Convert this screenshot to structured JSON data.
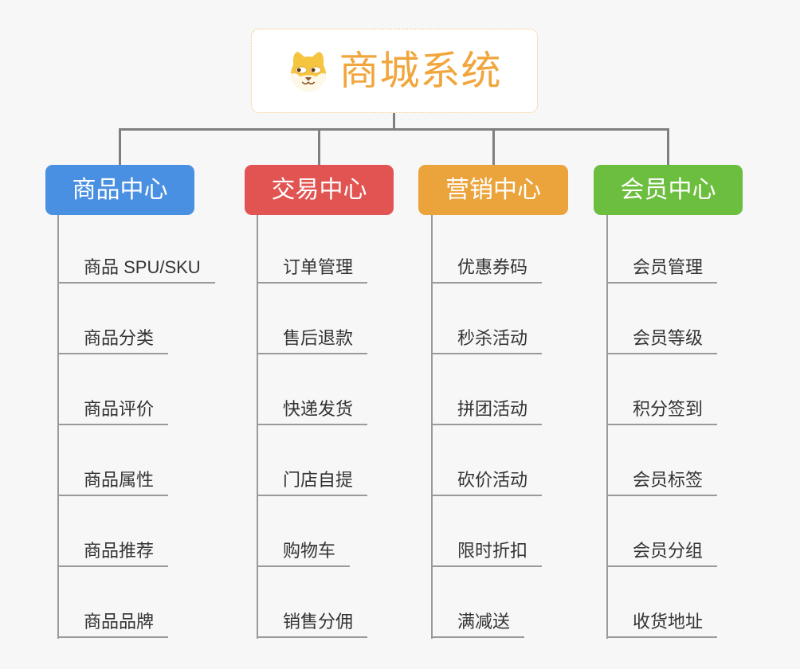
{
  "root": {
    "title": "商城系统",
    "icon": "dog-face-icon"
  },
  "colors": {
    "background": "#F7F7F7",
    "root_accent": "#F0A63C",
    "root_border": "#F2C170",
    "connector_main": "#7F7F7F",
    "connector_child": "#9A9A9A",
    "leaf_text": "#333333"
  },
  "branches": [
    {
      "label": "商品中心",
      "color": "#4A90E2",
      "children": [
        "商品 SPU/SKU",
        "商品分类",
        "商品评价",
        "商品属性",
        "商品推荐",
        "商品品牌"
      ]
    },
    {
      "label": "交易中心",
      "color": "#E15452",
      "children": [
        "订单管理",
        "售后退款",
        "快递发货",
        "门店自提",
        "购物车",
        "销售分佣"
      ]
    },
    {
      "label": "营销中心",
      "color": "#EBA33B",
      "children": [
        "优惠券码",
        "秒杀活动",
        "拼团活动",
        "砍价活动",
        "限时折扣",
        "满减送"
      ]
    },
    {
      "label": "会员中心",
      "color": "#6CBE3E",
      "children": [
        "会员管理",
        "会员等级",
        "积分签到",
        "会员标签",
        "会员分组",
        "收货地址"
      ]
    }
  ]
}
